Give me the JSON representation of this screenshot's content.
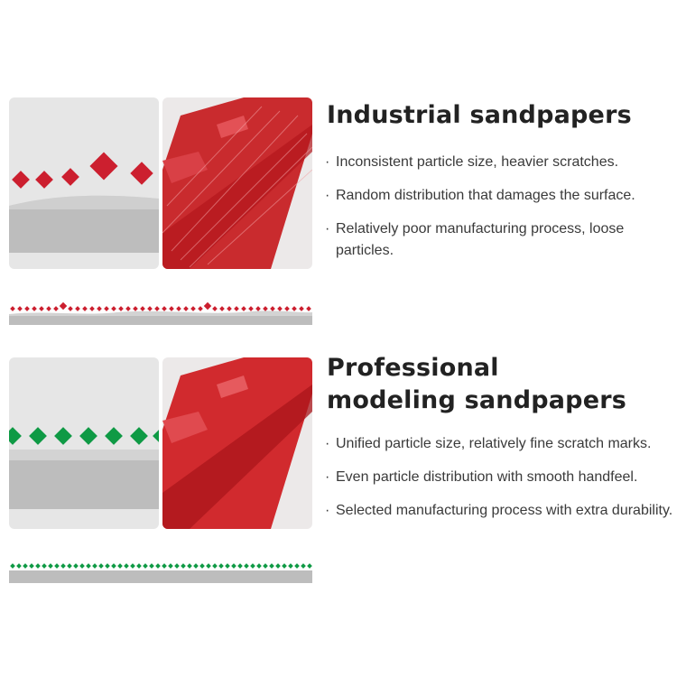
{
  "sections": [
    {
      "title": "Industrial sandpapers",
      "accent_color": "#cc1f2f",
      "bullet_mark": "·",
      "bullets": [
        "Inconsistent particle size, heavier scratches.",
        "Random distribution that damages the surface.",
        "Relatively poor manufacturing process, loose particles."
      ]
    },
    {
      "title_line1": "Professional",
      "title_line2": "modeling sandpapers",
      "accent_color": "#0f9a45",
      "bullet_mark": "·",
      "bullets": [
        "Unified particle size, relatively fine scratch marks.",
        "Even particle distribution with smooth handfeel.",
        "Selected manufacturing process with extra durability."
      ]
    }
  ]
}
